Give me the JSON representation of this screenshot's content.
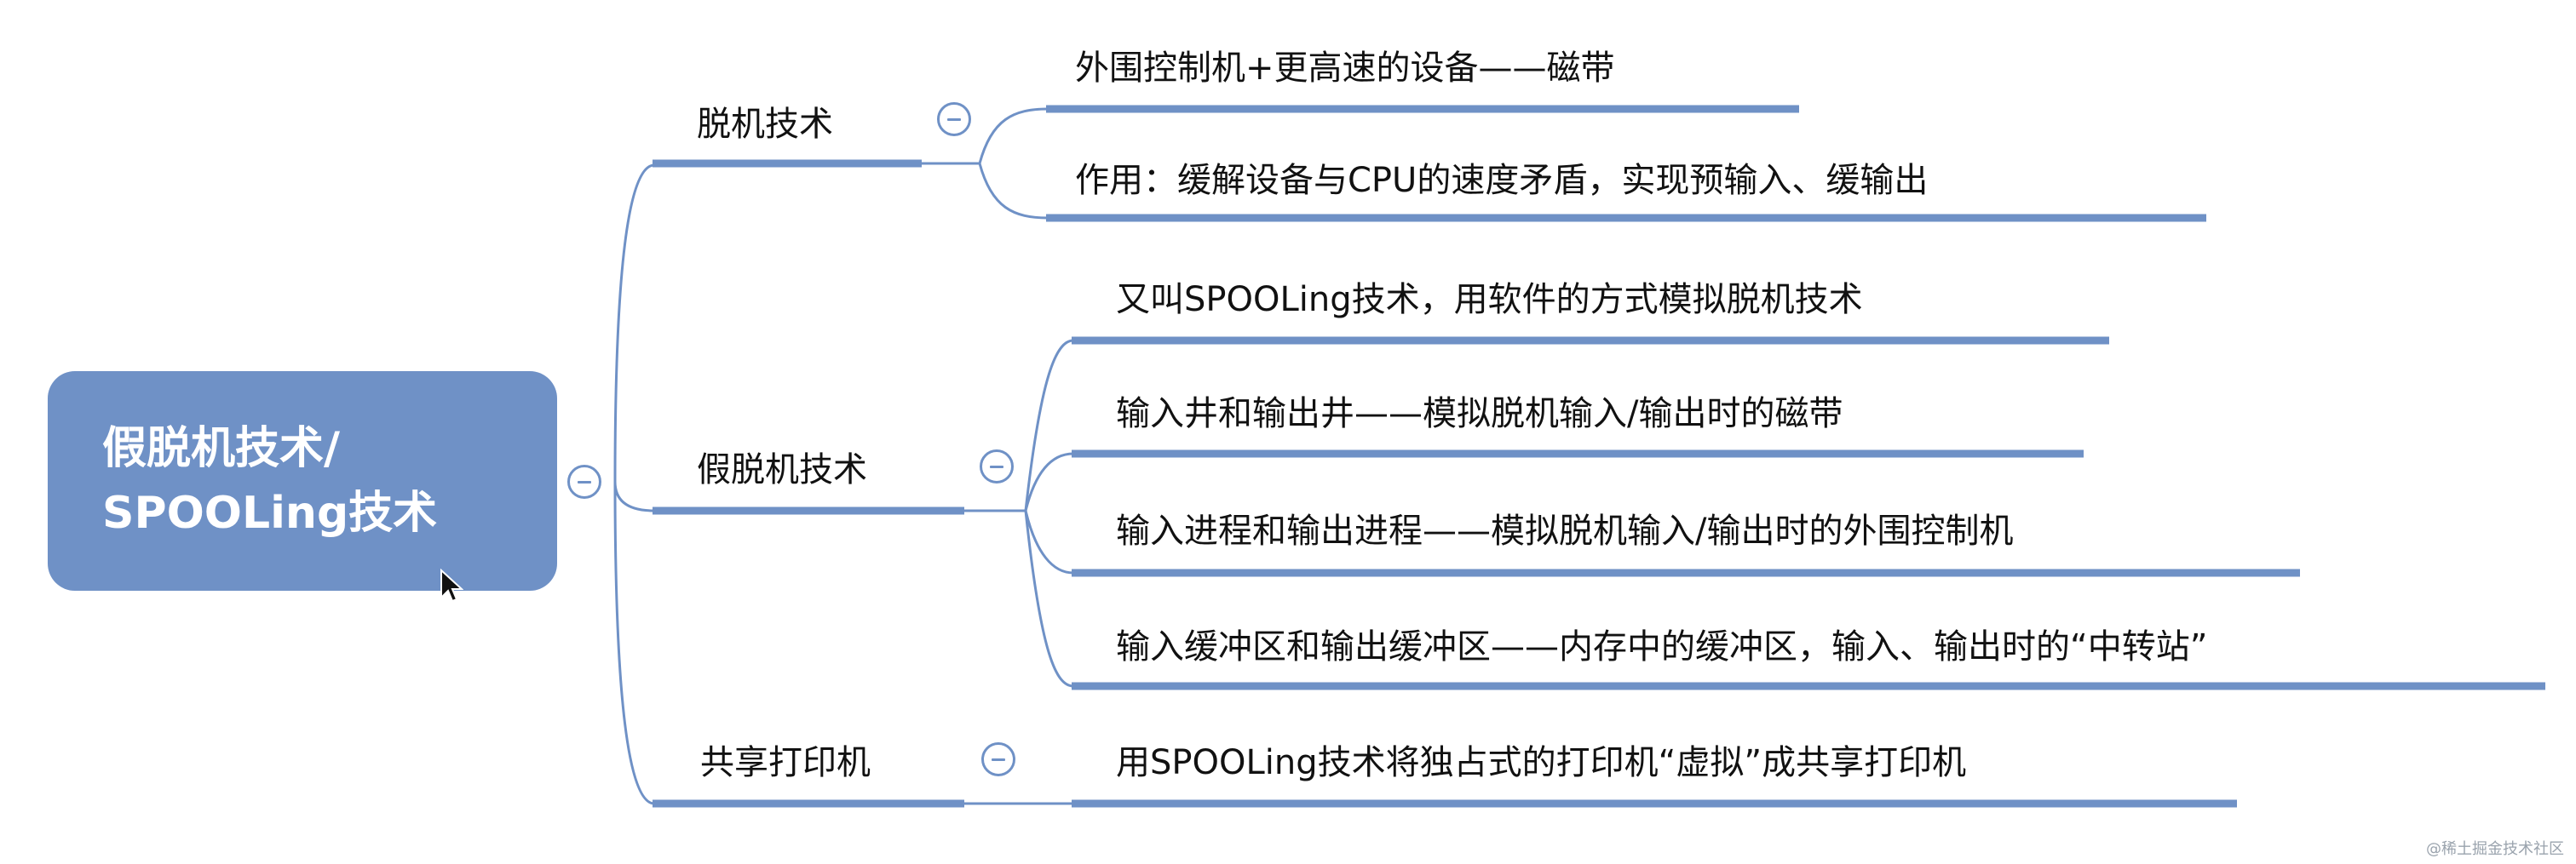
{
  "root": {
    "lines": [
      "假脱机技术/",
      "SPOOLing技术"
    ]
  },
  "branches": [
    {
      "label": "脱机技术",
      "leaves": [
        "外围控制机+更高速的设备——磁带",
        "作用：缓解设备与CPU的速度矛盾，实现预输入、缓输出"
      ]
    },
    {
      "label": "假脱机技术",
      "leaves": [
        "又叫SPOOLing技术，用软件的方式模拟脱机技术",
        "输入井和输出井——模拟脱机输入/输出时的磁带",
        "输入进程和输出进程——模拟脱机输入/输出时的外围控制机",
        "输入缓冲区和输出缓冲区——内存中的缓冲区，输入、输出时的“中转站”"
      ]
    },
    {
      "label": "共享打印机",
      "leaves": [
        "用SPOOLing技术将独占式的打印机“虚拟”成共享打印机"
      ]
    }
  ],
  "watermark": "@稀土掘金技术社区",
  "colors": {
    "connector": "#6f91c6",
    "root_fill": "#6f91c6",
    "root_text": "#ffffff",
    "text": "#111111"
  }
}
